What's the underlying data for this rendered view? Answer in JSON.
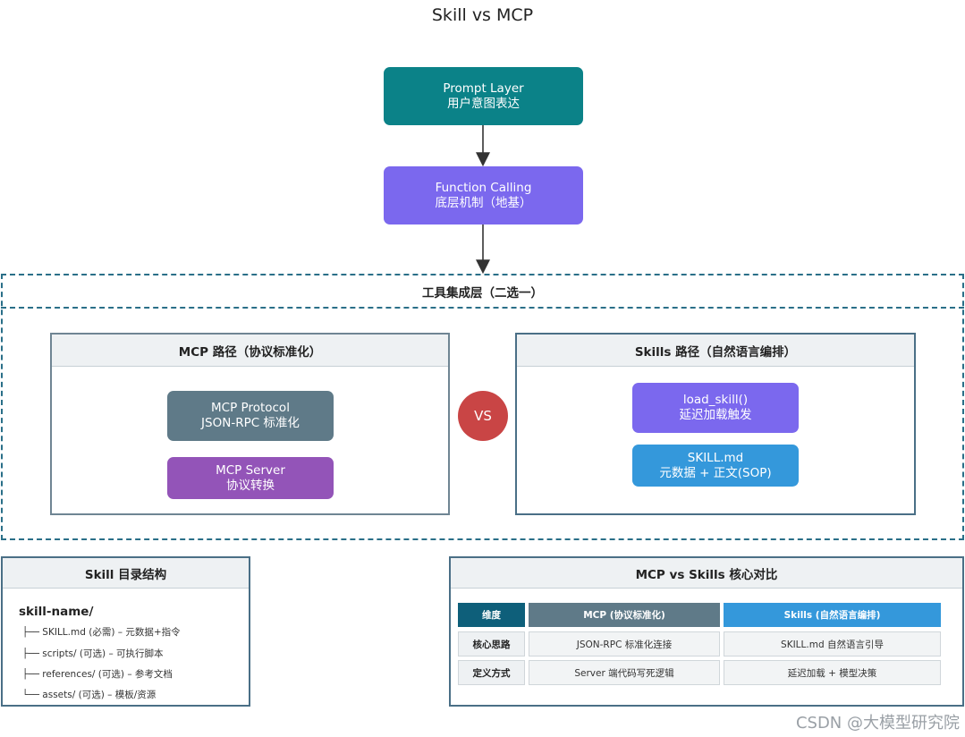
{
  "title": "Skill vs MCP",
  "prompt_layer": {
    "line1": "Prompt Layer",
    "line2": "用户意图表达"
  },
  "function_calling": {
    "line1": "Function Calling",
    "line2": "底层机制（地基）"
  },
  "integration_layer": {
    "label": "工具集成层（二选一）"
  },
  "mcp_path": {
    "title": "MCP 路径（协议标准化）",
    "protocol": {
      "line1": "MCP Protocol",
      "line2": "JSON-RPC 标准化"
    },
    "server": {
      "line1": "MCP Server",
      "line2": "协议转换"
    }
  },
  "vs_label": "VS",
  "skills_path": {
    "title": "Skills 路径（自然语言编排）",
    "load": {
      "line1": "load_skill()",
      "line2": "延迟加载触发"
    },
    "skillmd": {
      "line1": "SKILL.md",
      "line2": "元数据 + 正文(SOP)"
    }
  },
  "skill_dir": {
    "title": "Skill 目录结构",
    "root": "skill-name/",
    "lines": [
      "├── SKILL.md (必需) – 元数据+指令",
      "├── scripts/ (可选) – 可执行脚本",
      "├── references/ (可选) – 参考文档",
      "└── assets/ (可选) – 模板/资源"
    ]
  },
  "comparison": {
    "title": "MCP vs Skills 核心对比",
    "headers": [
      "维度",
      "MCP (协议标准化)",
      "Skills (自然语言编排)"
    ],
    "rows": [
      [
        "核心思路",
        "JSON-RPC 标准化连接",
        "SKILL.md 自然语言引导"
      ],
      [
        "定义方式",
        "Server 端代码写死逻辑",
        "延迟加载 + 模型决策"
      ]
    ]
  },
  "colors": {
    "teal": "#0b8288",
    "violet": "#7b68ee",
    "slate": "#5f7a88",
    "purple": "#9354b8",
    "blue": "#3498db",
    "vs_red": "#c94545",
    "header_dark": "#0e5f7a"
  },
  "watermark": "CSDN @大模型研究院"
}
